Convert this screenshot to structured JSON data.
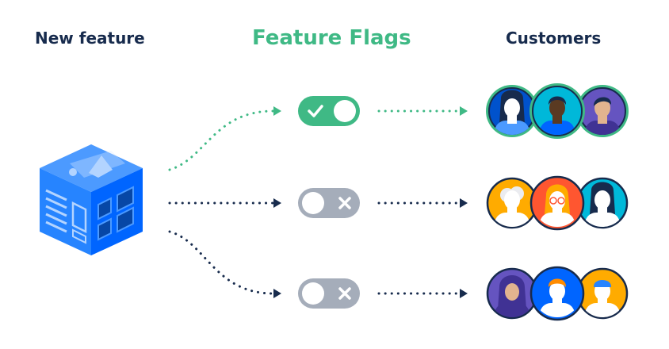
{
  "headings": {
    "new_feature": "New feature",
    "feature_flags": "Feature Flags",
    "customers": "Customers"
  },
  "colors": {
    "heading_dark": "#172b4d",
    "accent_green": "#3fb985",
    "toggle_off": "#a5adba",
    "cube_blue": "#2684ff"
  },
  "flags": [
    {
      "state": "on",
      "icon": "check-icon"
    },
    {
      "state": "off",
      "icon": "x-icon"
    },
    {
      "state": "off",
      "icon": "x-icon"
    }
  ],
  "customer_groups": [
    {
      "highlighted": true
    },
    {
      "highlighted": false
    },
    {
      "highlighted": false
    }
  ]
}
